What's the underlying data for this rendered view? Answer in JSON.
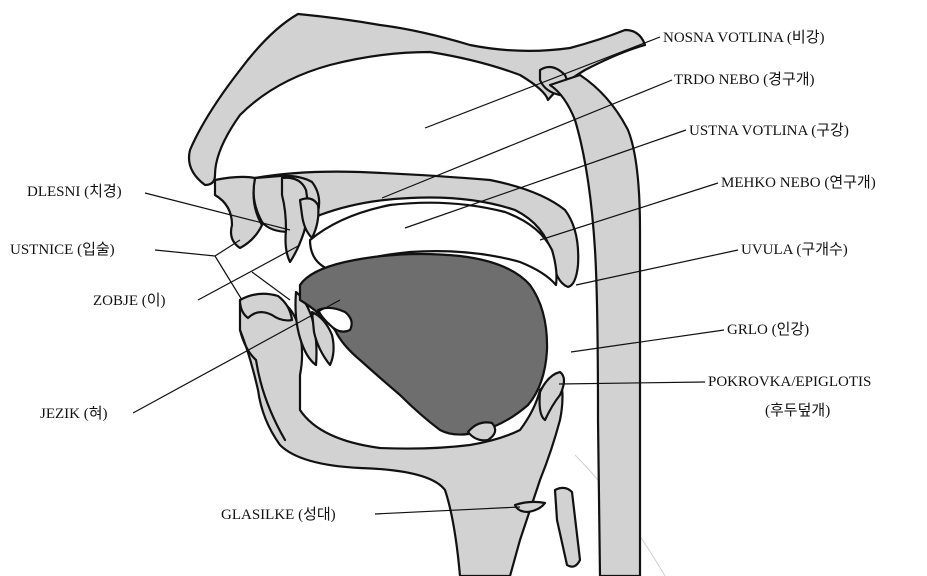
{
  "labels": {
    "nasal_cavity": "NOSNA VOTLINA (비강)",
    "hard_palate": "TRDO NEBO (경구개)",
    "oral_cavity": "USTNA VOTLINA (구강)",
    "soft_palate": "MEHKO NEBO (연구개)",
    "uvula": "UVULA (구개수)",
    "pharynx": "GRLO (인강)",
    "epiglottis_line1": "POKROVKA/EPIGLOTIS",
    "epiglottis_line2": "(후두덮개)",
    "gums": "DLESNI (치경)",
    "lips": "USTNICE (입술)",
    "teeth": "ZOBJE (이)",
    "tongue": "JEZIK (혀)",
    "vocal_cords": "GLASILKE (성대)"
  },
  "colors": {
    "tissue": "#d2d2d2",
    "tongue": "#6e6e6e",
    "outline": "#111111",
    "background": "#ffffff"
  }
}
